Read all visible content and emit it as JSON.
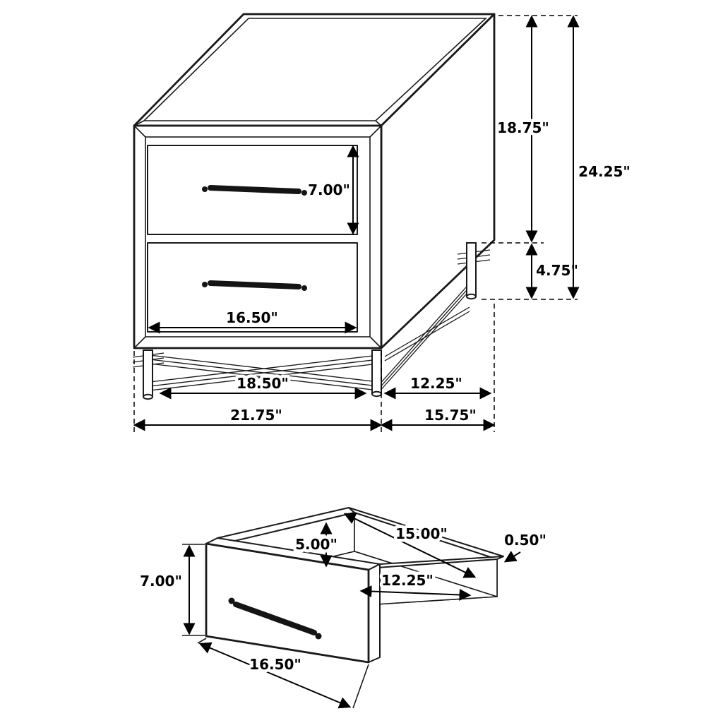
{
  "colors": {
    "background": "#ffffff",
    "ink": "#1a1a1a"
  },
  "diagram": {
    "nightstand": {
      "labels": {
        "upper_height": "18.75\"",
        "total_height": "24.25\"",
        "leg_height": "4.75\"",
        "drawer_height": "7.00\"",
        "drawer_width": "16.50\"",
        "leg_span_width": "18.50\"",
        "total_width": "21.75\"",
        "leg_span_depth": "12.25\"",
        "total_depth": "15.75\""
      }
    },
    "drawer": {
      "labels": {
        "front_height": "7.00\"",
        "interior_height": "5.00\"",
        "interior_depth": "15.00\"",
        "side_thickness": "0.50\"",
        "interior_width": "12.25\"",
        "front_width": "16.50\""
      }
    }
  }
}
